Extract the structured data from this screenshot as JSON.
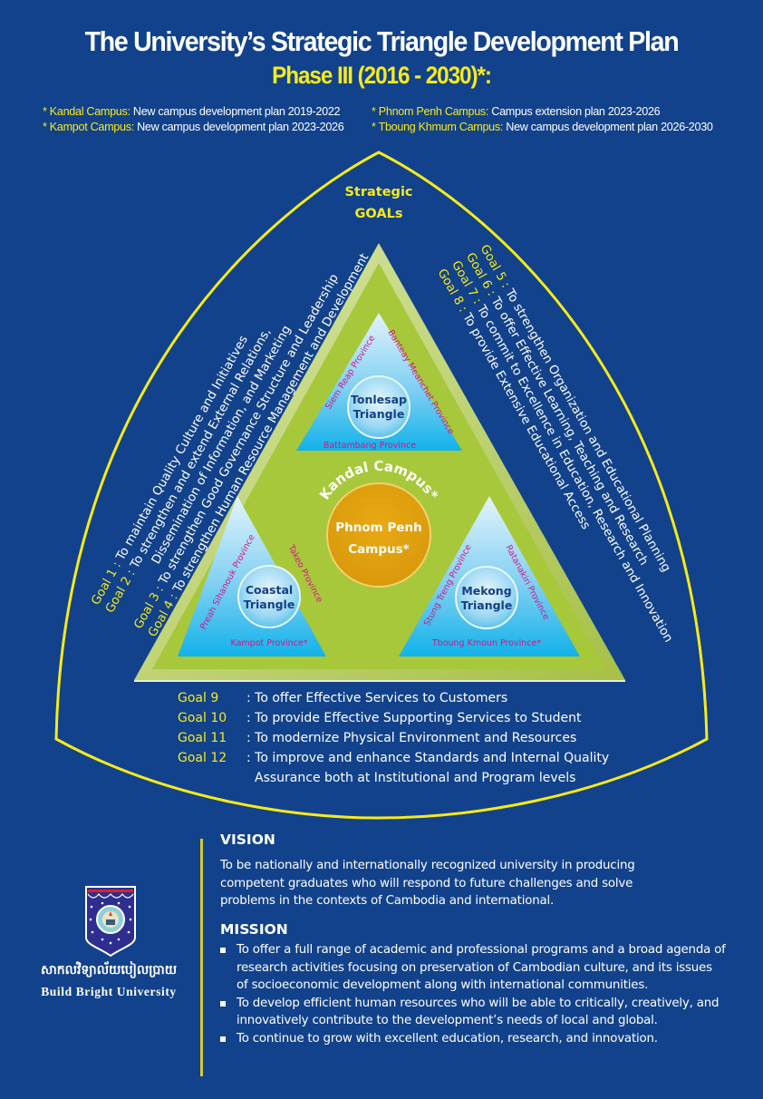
{
  "header": {
    "title": "The University’s Strategic Triangle Development Plan",
    "subtitle": "Phase III (2016 - 2030)*:"
  },
  "campus_notes": [
    {
      "campus": "* Kandal Campus:",
      "text": " New campus development plan 2019-2022"
    },
    {
      "campus": "* Phnom Penh Campus:",
      "text": " Campus extension plan 2023-2026"
    },
    {
      "campus": "* Kampot Campus:",
      "text": " New campus development plan 2023-2026"
    },
    {
      "campus": "* Tboung Khmum Campus:",
      "text": " New campus development plan 2026-2030"
    }
  ],
  "diagram": {
    "heading_line1": "Strategic",
    "heading_line2": "GOALs",
    "center_ring_label": "Kandal Campus*",
    "center_circle_line1": "Phnom Penh",
    "center_circle_line2": "Campus*",
    "triangles": {
      "tonlesap": {
        "line1": "Tonlesap",
        "line2": "Triangle",
        "left": "Siem Reap Province",
        "right": "Banteay Meanchet Province",
        "bottom": "Battambang Province"
      },
      "coastal": {
        "line1": "Coastal",
        "line2": "Triangle",
        "left": "Preah Sihanouk Province",
        "right": "Takeo Province",
        "bottom": "Kampot Province*"
      },
      "mekong": {
        "line1": "Mekong",
        "line2": "Triangle",
        "left": "Stung Treng Province",
        "right": "Ratanakiri Province",
        "bottom": "Tboung Kmoun Province*"
      }
    },
    "left_goals": [
      {
        "label": "Goal 1",
        "sep": " : ",
        "text": "To maintain Quality Culture and Initiatives"
      },
      {
        "label": "Goal 2",
        "sep": " : ",
        "text": "To strengthen and extend External Relations,"
      },
      {
        "label": "",
        "sep": "",
        "text": "Dissemination of  Information, and Marketing"
      },
      {
        "label": "Goal 3",
        "sep": " : ",
        "text": "To strengthen Good Governance Structure and Leadership"
      },
      {
        "label": "Goal 4",
        "sep": " : ",
        "text": "To strengthen Human Resource Management and Development"
      }
    ],
    "right_goals": [
      {
        "label": "Goal 5",
        "sep": " : ",
        "text": "To strengthen Organization and  Educational Planning"
      },
      {
        "label": "Goal 6",
        "sep": " : ",
        "text": "To offer Effective Learning, Teaching and Research"
      },
      {
        "label": "Goal 7",
        "sep": " : ",
        "text": "To commit to Excellence in Education, Research and Innovation"
      },
      {
        "label": "Goal 8",
        "sep": " : ",
        "text": "To provide Extensive Educational Access"
      }
    ],
    "bottom_goals": [
      {
        "label": "Goal 9",
        "text": ": To offer Effective Services to Customers"
      },
      {
        "label": "Goal 10",
        "text": ": To provide Effective Supporting Services to Student"
      },
      {
        "label": "Goal 11",
        "text": ": To modernize Physical Environment and Resources"
      },
      {
        "label": "Goal 12",
        "text": ": To improve and enhance Standards and Internal Quality"
      },
      {
        "label": "",
        "text": "Assurance both at Institutional and Program levels"
      }
    ]
  },
  "vision": {
    "heading": "VISION",
    "text": "To be nationally and internationally recognized university in producing competent graduates who will respond to future challenges and solve problems in the contexts of Cambodia and international."
  },
  "mission": {
    "heading": "MISSION",
    "items": [
      "To offer a full range of academic and professional programs and a broad agenda of research activities focusing on preservation of Cambodian culture, and its issues of socioeconomic development along with international communities.",
      "To develop efficient human resources who will be able to critically, creatively, and innovatively contribute to the development’s needs of local and global.",
      "To continue to grow with excellent education, research, and innovation."
    ]
  },
  "university": {
    "name_khmer": "សាកលវិទ្យាល័យបៀលប្រាយ",
    "name_english": "Build Bright University"
  },
  "colors": {
    "background": "#12428b",
    "accent_yellow": "#f6ea1b",
    "green": "#a6c73a",
    "orange": "#e0a310",
    "province_magenta": "#d4148c",
    "triangle_label_blue": "#143f85"
  }
}
